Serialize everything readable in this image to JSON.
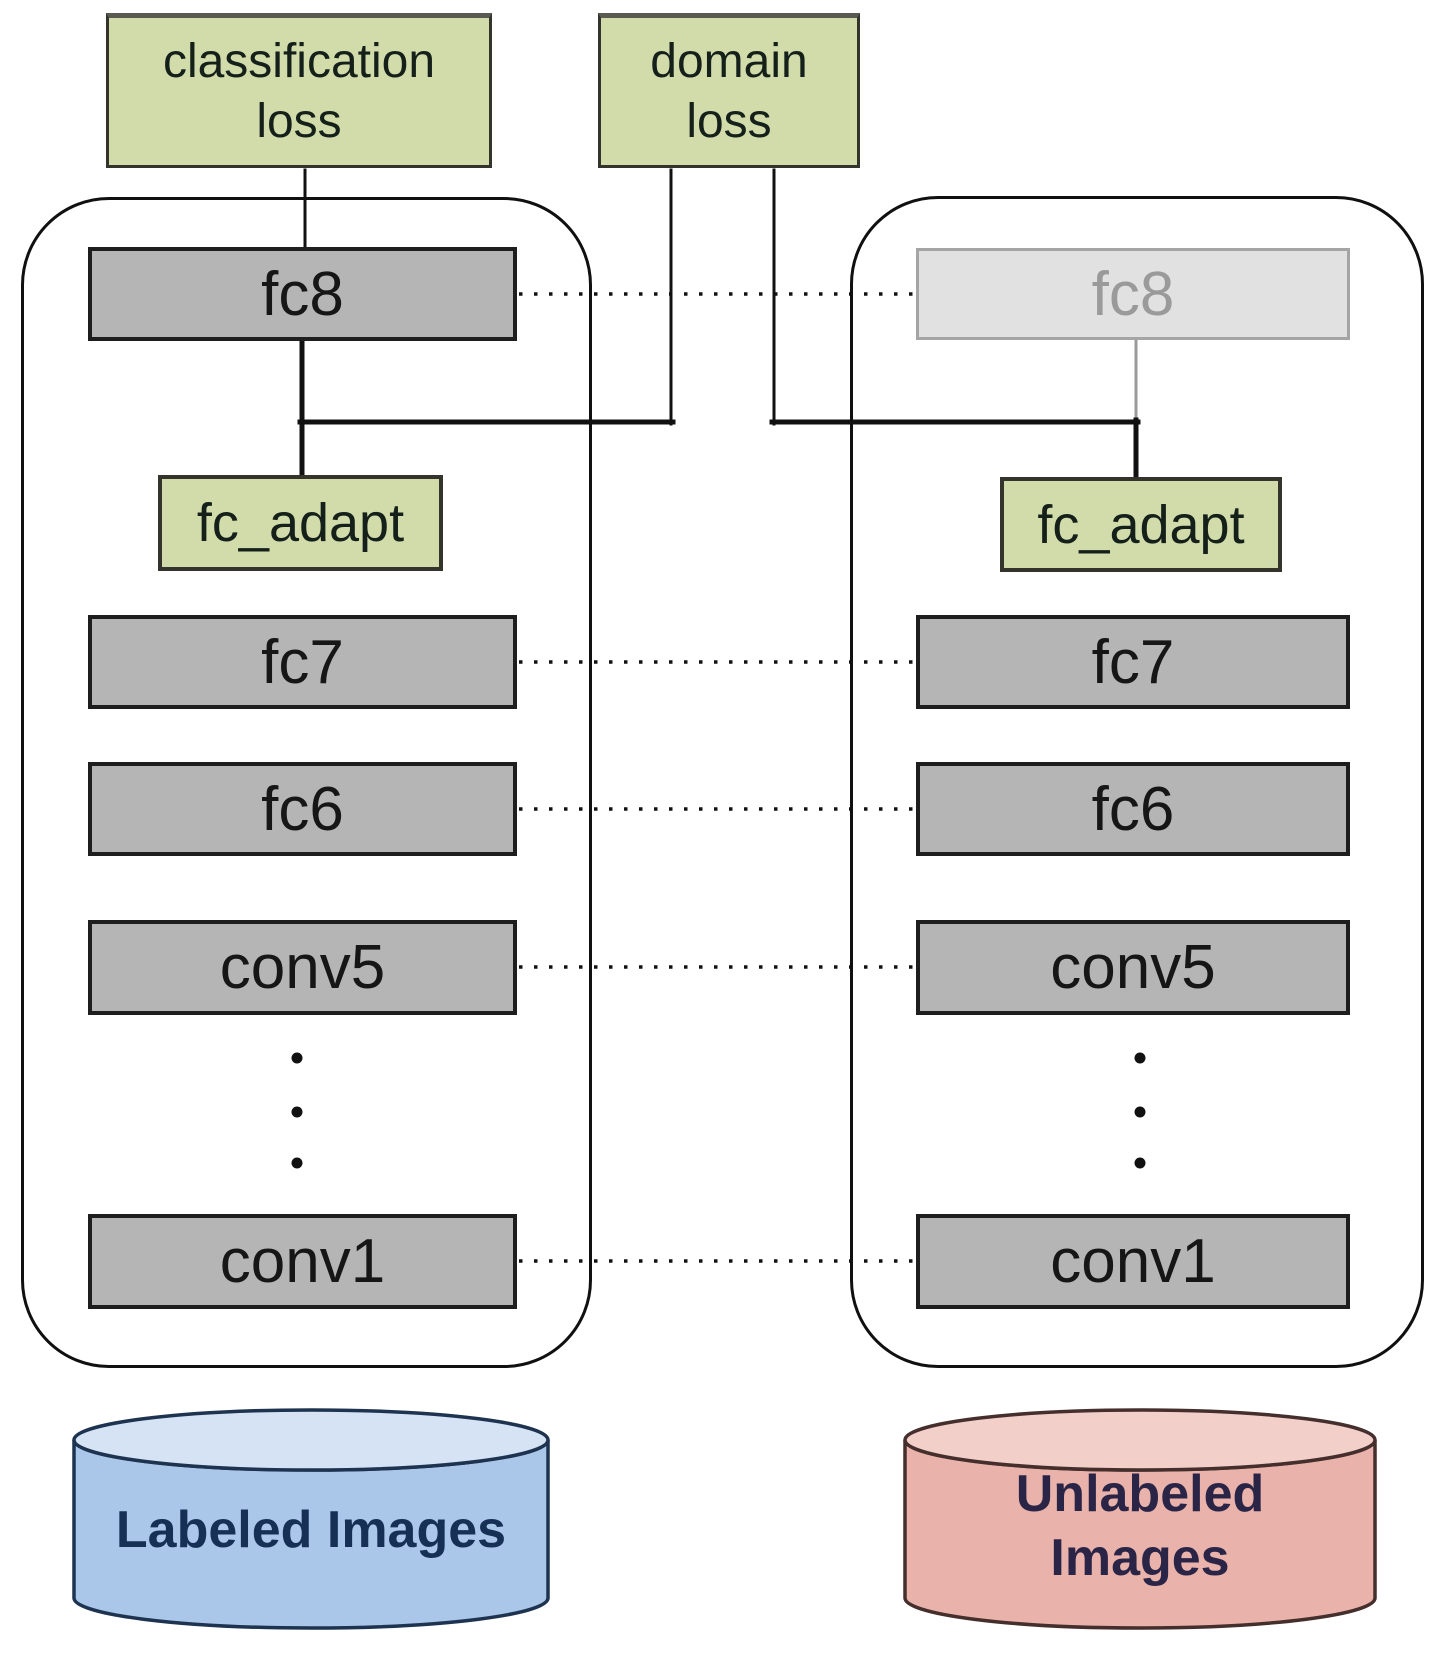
{
  "figure": {
    "description_losses": {
      "classification": "classification loss",
      "domain": "domain loss"
    },
    "source_network": {
      "fc8": "fc8",
      "fc_adapt": "fc_adapt",
      "fc7": "fc7",
      "fc6": "fc6",
      "conv5": "conv5",
      "conv1": "conv1"
    },
    "target_network": {
      "fc8": "fc8",
      "fc_adapt": "fc_adapt",
      "fc7": "fc7",
      "fc6": "fc6",
      "conv5": "conv5",
      "conv1": "conv1"
    },
    "datasets": {
      "labeled": "Labeled Images",
      "unlabeled_line1": "Unlabeled",
      "unlabeled_line2": "Images"
    }
  },
  "colors": {
    "green_fill": "#d2dcab",
    "green_border": "#34342c",
    "green_top": "#5a5a52",
    "gray_fill": "#b5b5b5",
    "gray_border": "#1e1e1e",
    "text_dark": "#161616",
    "faded_fill": "#e1e1e1",
    "faded_border": "#a5a5a5",
    "faded_text": "#9a9a9a",
    "wire": "#111111",
    "wire_gray": "#9a9a9a",
    "container_border": "#101010",
    "blue_body": "#aac7e9",
    "blue_top": "#d5e3f5",
    "blue_border": "#1d3350",
    "blue_text": "#163055",
    "pink_body": "#e9b2ab",
    "pink_top": "#f3cfca",
    "pink_border": "#452f2d",
    "pink_text": "#2a2547"
  }
}
